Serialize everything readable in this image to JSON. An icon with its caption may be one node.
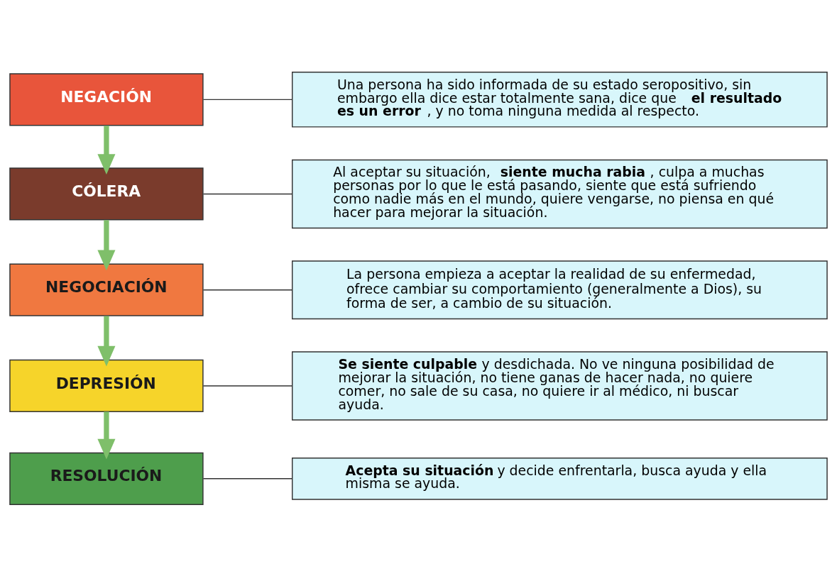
{
  "diagram": {
    "nodes": [
      {
        "text": [
          "NEGACIÓN"
        ]
      },
      {
        "text": [
          "Una persona ha sido informada de su estado seropositivo, sin embargo ella dice estar totalmente sana, dice que **el resultado es un error**, y no toma ninguna medida al respecto."
        ]
      },
      {
        "text": [
          "CÓLERA"
        ]
      },
      {
        "text": [
          "Al aceptar su situación, **siente mucha rabia**, culpa a muchas personas por lo que le está pasando, siente que está sufriendo como nadie más en el mundo, quiere vengarse, no piensa en qué hacer para mejorar la situación."
        ]
      },
      {
        "text": [
          "NEGOCIACIÓN"
        ]
      },
      {
        "text": [
          "La persona empieza a aceptar la realidad de su enfermedad, ofrece cambiar su comportamiento (generalmente a Dios), su forma de ser, a cambio de su situación."
        ]
      },
      {
        "text": [
          "DEPRESIÓN"
        ]
      },
      {
        "text": [
          "**Se siente culpable** y desdichada. No ve ninguna posibilidad de mejorar la situación, no tiene ganas de hacer nada, no quiere comer, no sale de su casa, no quiere ir al médico, ni buscar ayuda."
        ]
      },
      {
        "text": [
          "RESOLUCIÓN"
        ]
      },
      {
        "text": [
          "**Acepta su situación** y decide enfrentarla, busca ayuda y ella misma se ayuda."
        ]
      }
    ],
    "edges": [
      {
        "from": 0,
        "to": 1,
        "arrow": "none"
      },
      {
        "from": 0,
        "to": 2,
        "arrow": "to",
        "style": "thick",
        "color": "#7fbf6a"
      },
      {
        "from": 2,
        "to": 3,
        "arrow": "none"
      },
      {
        "from": 2,
        "to": 4,
        "arrow": "to",
        "style": "thick",
        "color": "#7fbf6a"
      },
      {
        "from": 4,
        "to": 5,
        "arrow": "none"
      },
      {
        "from": 4,
        "to": 6,
        "arrow": "to",
        "style": "thick",
        "color": "#7fbf6a"
      },
      {
        "from": 6,
        "to": 7,
        "arrow": "none"
      },
      {
        "from": 6,
        "to": 8,
        "arrow": "to",
        "style": "thick",
        "color": "#7fbf6a"
      },
      {
        "from": 8,
        "to": 9,
        "arrow": "none"
      }
    ]
  }
}
